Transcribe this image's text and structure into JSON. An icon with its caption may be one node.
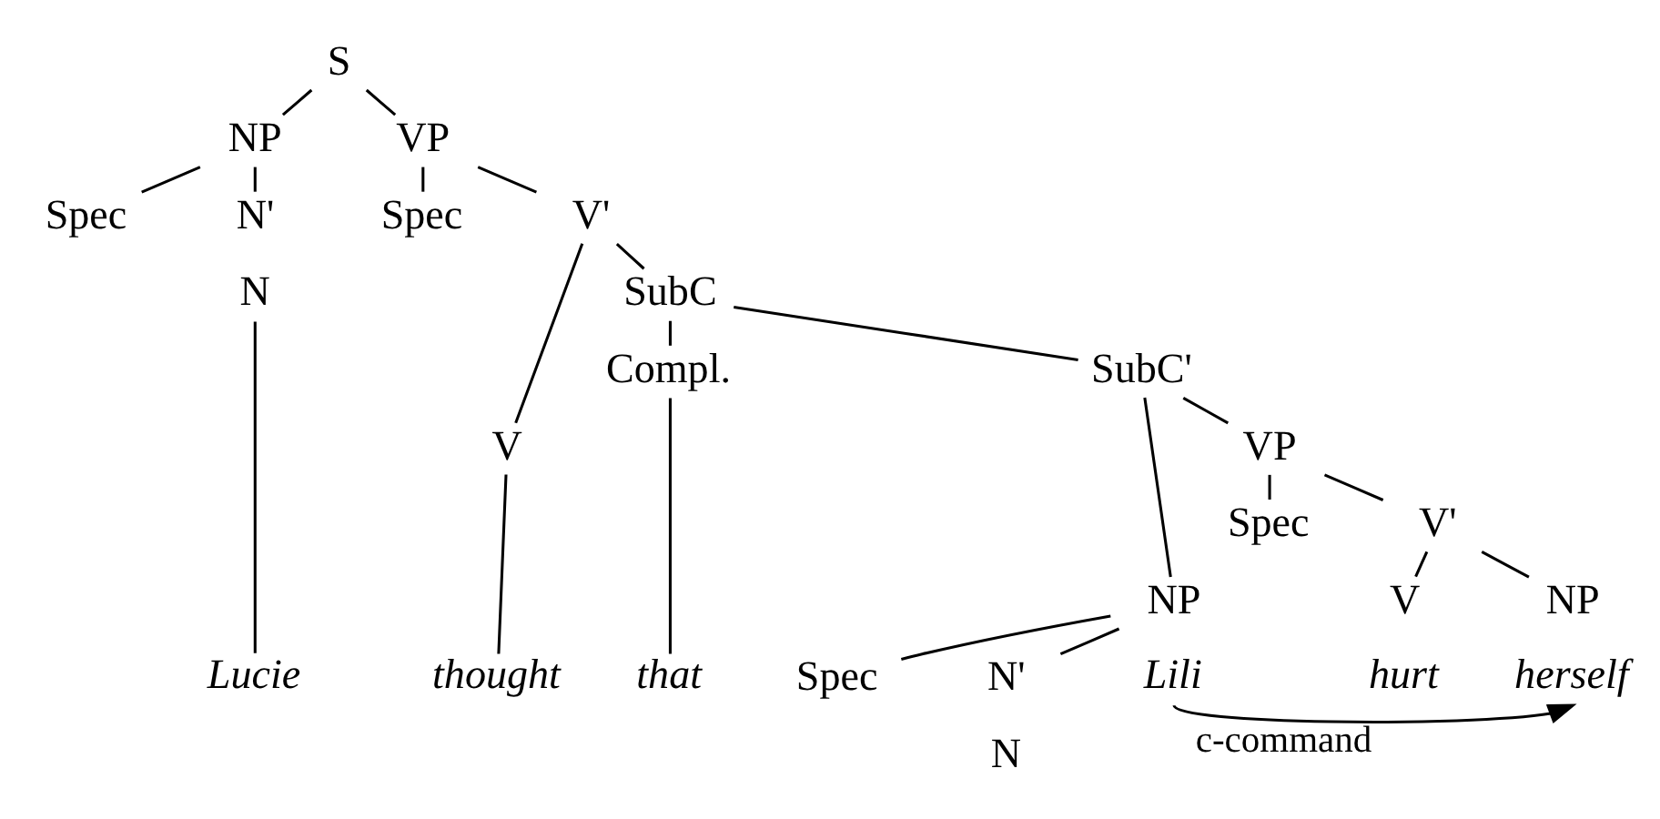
{
  "diagram": {
    "nodes": [
      {
        "text": [
          "S"
        ]
      },
      {
        "text": [
          "NP"
        ]
      },
      {
        "text": [
          "VP"
        ]
      },
      {
        "text": [
          "Spec"
        ]
      },
      {
        "text": [
          "N'"
        ]
      },
      {
        "text": [
          "Spec"
        ]
      },
      {
        "text": [
          "V'"
        ]
      },
      {
        "text": [
          "N"
        ]
      },
      {
        "text": [
          "V"
        ]
      },
      {
        "text": [
          "SubC"
        ]
      },
      {
        "text": [
          "Compl."
        ]
      },
      {
        "text": [
          "SubC'"
        ]
      },
      {
        "text": [
          "NP"
        ]
      },
      {
        "text": [
          "VP"
        ]
      },
      {
        "text": [
          "Spec"
        ]
      },
      {
        "text": [
          "N'"
        ]
      },
      {
        "text": [
          "Spec"
        ]
      },
      {
        "text": [
          "V'"
        ]
      },
      {
        "text": [
          "V"
        ]
      },
      {
        "text": [
          "NP"
        ]
      },
      {
        "text": [
          "Lucie"
        ]
      },
      {
        "text": [
          "thought"
        ]
      },
      {
        "text": [
          "that"
        ]
      },
      {
        "text": [
          "Lili"
        ]
      },
      {
        "text": [
          "herself"
        ]
      }
    ],
    "edges": [
      {
        "from": 0,
        "to": 1,
        "arrow": "none"
      },
      {
        "from": 0,
        "to": 2,
        "arrow": "none"
      },
      {
        "from": 1,
        "to": 3,
        "arrow": "none"
      },
      {
        "from": 1,
        "to": 4,
        "arrow": "none"
      },
      {
        "from": 2,
        "to": 5,
        "arrow": "none"
      },
      {
        "from": 2,
        "to": 6,
        "arrow": "none"
      },
      {
        "from": 6,
        "to": 8,
        "arrow": "none"
      },
      {
        "from": 6,
        "to": 9,
        "arrow": "none"
      },
      {
        "from": 9,
        "to": 10,
        "arrow": "none"
      },
      {
        "from": 9,
        "to": 11,
        "arrow": "none"
      },
      {
        "from": 11,
        "to": 12,
        "arrow": "none"
      },
      {
        "from": 11,
        "to": 13,
        "arrow": "none"
      },
      {
        "from": 12,
        "to": 14,
        "arrow": "none"
      },
      {
        "from": 12,
        "to": 15,
        "arrow": "none"
      },
      {
        "from": 13,
        "to": 16,
        "arrow": "none"
      },
      {
        "from": 13,
        "to": 17,
        "arrow": "none"
      },
      {
        "from": 17,
        "to": 18,
        "arrow": "none"
      },
      {
        "from": 17,
        "to": 19,
        "arrow": "none"
      },
      {
        "from": 7,
        "to": 20,
        "arrow": "none"
      },
      {
        "from": 8,
        "to": 21,
        "arrow": "none"
      },
      {
        "from": 10,
        "to": 22,
        "arrow": "none"
      },
      {
        "from": 23,
        "to": 24,
        "label": "c-command",
        "arrow": "to"
      }
    ],
    "labels": [
      "N",
      "hurt"
    ]
  }
}
